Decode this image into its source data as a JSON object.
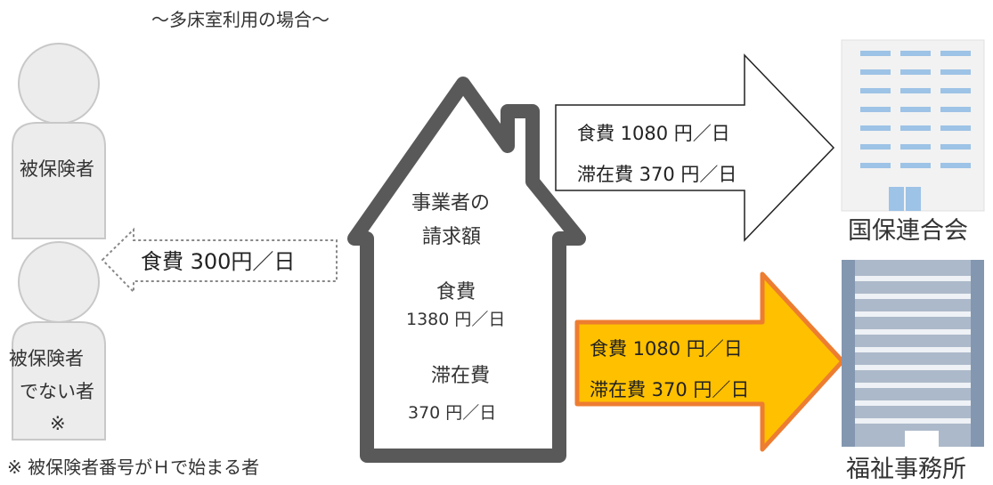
{
  "title": "～多床室利用の場合～",
  "persons": {
    "insured": "被保険者",
    "non_insured_line1": "被保険者",
    "non_insured_line2": "でない者",
    "non_insured_line3": "※"
  },
  "footnote": "※ 被保険者番号がＨで始まる者",
  "left_arrow_label": "食費 300円／日",
  "house": {
    "line1": "事業者の",
    "line2": "請求額",
    "food_label": "食費",
    "food_amount": "1380 円／日",
    "stay_label": "滞在費",
    "stay_amount": "370 円／日"
  },
  "arrow_upper": {
    "food": "食費 1080 円／日",
    "stay": "滞在費  370 円／日"
  },
  "arrow_lower": {
    "food": "食費 1080 円／日",
    "stay": "滞在費  370 円／日"
  },
  "org_upper": "国保連合会",
  "org_lower": "福祉事務所",
  "colors": {
    "person_fill": "#ececec",
    "person_stroke": "#c8c8c8",
    "house_stroke": "#595959",
    "orange_fill": "#ffc000",
    "orange_stroke": "#ed7d31",
    "building_blue": "#9dc3e6",
    "building_gray": "#8497b0"
  }
}
